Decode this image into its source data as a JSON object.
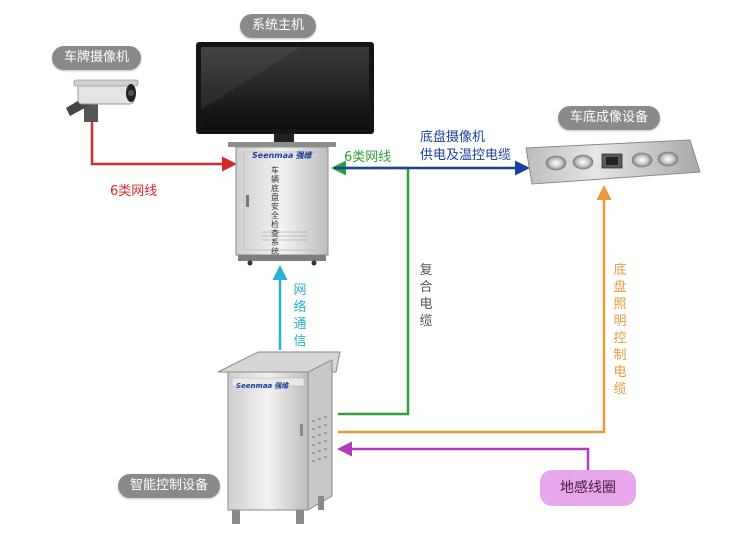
{
  "labels": {
    "host": "系统主机",
    "plate_camera": "车牌摄像机",
    "undercar_device": "车底成像设备",
    "smart_control": "智能控制设备",
    "loop_coil": "地感线圈"
  },
  "edges": {
    "cat6_left": "6类网线",
    "cat6_right": "6类网线",
    "chassis_cable_line1": "底盘摄像机",
    "chassis_cable_line2": "供电及温控电缆",
    "network_comm": "网络通信",
    "composite_cable": "复合电缆",
    "lighting_cable": "底盘照明控制电缆"
  },
  "cabinet_text": {
    "brand": "Seenmaa",
    "brand_suffix": "强维",
    "vertical_title": "车辆底盘安全检查系统"
  },
  "colors": {
    "red": "#d42a2a",
    "green": "#2e9e3e",
    "blue": "#1b3f9c",
    "cyan": "#27b3d3",
    "orange": "#e89a3c",
    "purple": "#b23bb8",
    "pill_gray": "#8a8a8a",
    "pill_pink": "#e8a6ec"
  }
}
